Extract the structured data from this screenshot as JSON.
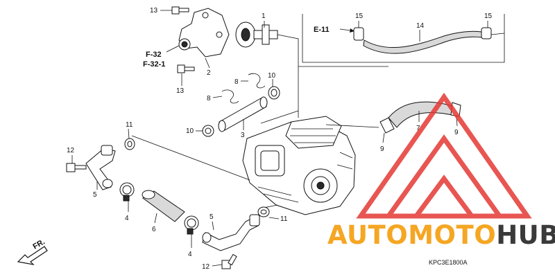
{
  "diagram": {
    "catalog_code": "KPC3E1800A",
    "direction_label": "FR.",
    "references": [
      "E-11",
      "F-32",
      "F-32-1"
    ],
    "callouts": {
      "c1": "1",
      "c2": "2",
      "c3": "3",
      "c4a": "4",
      "c4b": "4",
      "c5a": "5",
      "c5b": "5",
      "c6": "6",
      "c7": "7",
      "c8a": "8",
      "c8b": "8",
      "c9a": "9",
      "c9b": "9",
      "c10a": "10",
      "c10b": "10",
      "c11a": "11",
      "c11b": "11",
      "c12a": "12",
      "c12b": "12",
      "c13a": "13",
      "c13b": "13",
      "c14": "14",
      "c15a": "15",
      "c15b": "15"
    }
  },
  "watermark": {
    "text_part1": "AUTOMOTO",
    "text_part2": "HUB",
    "color_triangle": "#e53935",
    "color_part1": "#f5a623",
    "color_part2": "#3a3a3a"
  }
}
